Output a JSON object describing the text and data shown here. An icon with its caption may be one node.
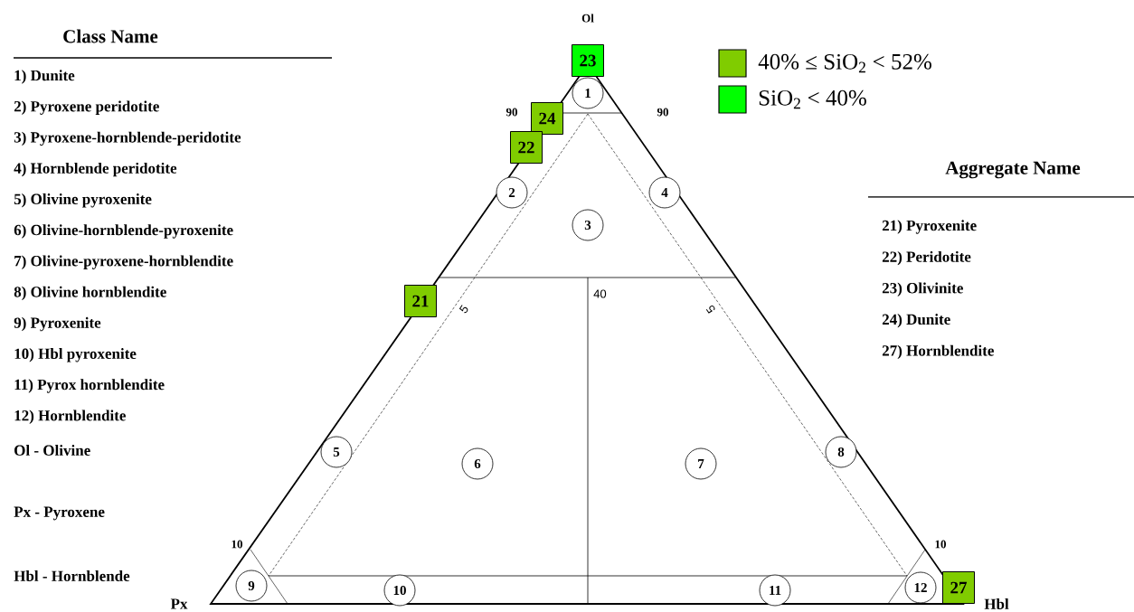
{
  "diagram": {
    "nodes": [
      {
        "text": [
          "23"
        ]
      },
      {
        "text": [
          "1"
        ]
      },
      {
        "text": [
          "24"
        ]
      },
      {
        "text": [
          "22"
        ]
      },
      {
        "text": [
          "2"
        ]
      },
      {
        "text": [
          "4"
        ]
      },
      {
        "text": [
          "3"
        ]
      },
      {
        "text": [
          "21"
        ]
      },
      {
        "text": [
          "5"
        ]
      },
      {
        "text": [
          "6"
        ]
      },
      {
        "text": [
          "7"
        ]
      },
      {
        "text": [
          "8"
        ]
      },
      {
        "text": [
          "9"
        ]
      },
      {
        "text": [
          "10"
        ]
      },
      {
        "text": [
          "11"
        ]
      },
      {
        "text": [
          "12"
        ]
      },
      {
        "text": [
          "27"
        ]
      }
    ],
    "labels": [
      "Ol",
      "Class Name",
      "1) Dunite",
      "2) Pyroxene peridotite",
      "3) Pyroxene-hornblende-peridotite",
      "4) Hornblende peridotite",
      "5) Olivine pyroxenite",
      "6) Olivine-hornblende-pyroxenite",
      "7) Olivine-pyroxene-hornblendite",
      "8) Olivine hornblendite",
      "9) Pyroxenite",
      "10) Hbl pyroxenite",
      "11) Pyrox hornblendite",
      "12) Hornblendite",
      "90",
      "90",
      "Aggregate Name",
      "21) Pyroxenite",
      "22) Peridotite",
      "23) Olivinite",
      "24) Dunite",
      "27) Hornblendite",
      "40",
      "5",
      "5",
      "Ol - Olivine",
      "Px - Pyroxene",
      "10",
      "10",
      "Hbl - Hornblende",
      "Px",
      "Hbl"
    ],
    "legend": [
      {
        "text": "40% ≤ SiO$_{2}$ < 52%",
        "color": "#80cc00"
      },
      {
        "text": "SiO$_{2}$ < 40%",
        "color": "#00ff00"
      }
    ]
  }
}
